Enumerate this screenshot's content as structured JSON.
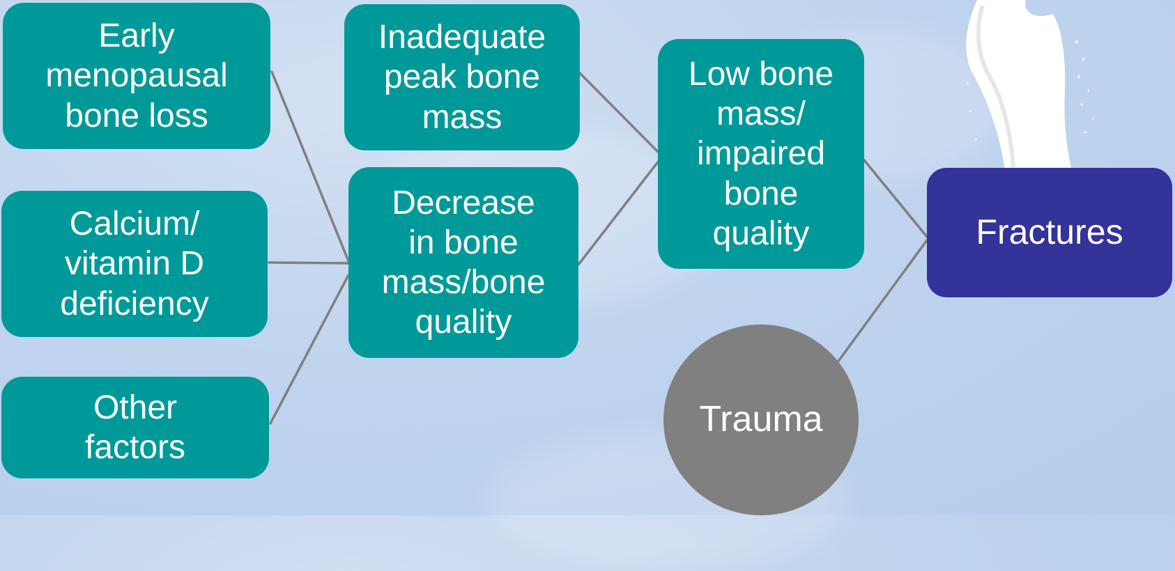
{
  "diagram": {
    "nodes": {
      "early_menopausal": "Early\nmenopausal\nbone loss",
      "calcium_vitd": "Calcium/\nvitamin D\ndeficiency",
      "other_factors": "Other\nfactors",
      "inadequate_peak": "Inadequate\npeak bone\nmass",
      "decrease_bone": "Decrease\nin bone\nmass/bone\nquality",
      "low_bone_mass": "Low bone\nmass/\nimpaired\nbone\nquality",
      "fractures": "Fractures",
      "trauma": "Trauma"
    },
    "colors": {
      "teal": "#009999",
      "purple": "#333399",
      "gray": "#808080",
      "connector": "#7f7f7f"
    }
  }
}
